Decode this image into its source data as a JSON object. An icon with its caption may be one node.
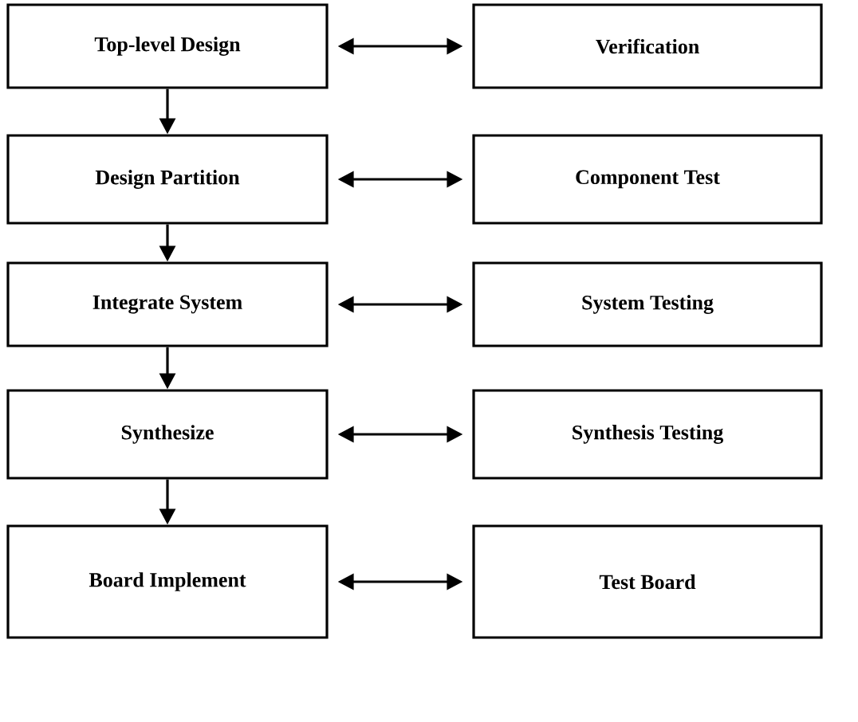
{
  "diagram": {
    "nodes": [
      {
        "text": [
          "Top-level Design"
        ]
      },
      {
        "text": [
          "Verification"
        ]
      },
      {
        "text": [
          "Design Partition"
        ]
      },
      {
        "text": [
          "Component Test"
        ]
      },
      {
        "text": [
          "Integrate System"
        ]
      },
      {
        "text": [
          "System Testing"
        ]
      },
      {
        "text": [
          "Synthesize"
        ]
      },
      {
        "text": [
          "Synthesis Testing"
        ]
      },
      {
        "text": [
          "Board Implement"
        ]
      },
      {
        "text": [
          "Test Board"
        ]
      }
    ],
    "edges": [
      {
        "from": 0,
        "to": 1,
        "arrow": "both"
      },
      {
        "from": 0,
        "to": 2,
        "arrow": "to"
      },
      {
        "from": 2,
        "to": 3,
        "arrow": "both"
      },
      {
        "from": 2,
        "to": 4,
        "arrow": "to"
      },
      {
        "from": 4,
        "to": 5,
        "arrow": "both"
      },
      {
        "from": 4,
        "to": 6,
        "arrow": "to"
      },
      {
        "from": 6,
        "to": 7,
        "arrow": "both"
      },
      {
        "from": 6,
        "to": 8,
        "arrow": "to"
      },
      {
        "from": 8,
        "to": 9,
        "arrow": "both"
      }
    ]
  }
}
